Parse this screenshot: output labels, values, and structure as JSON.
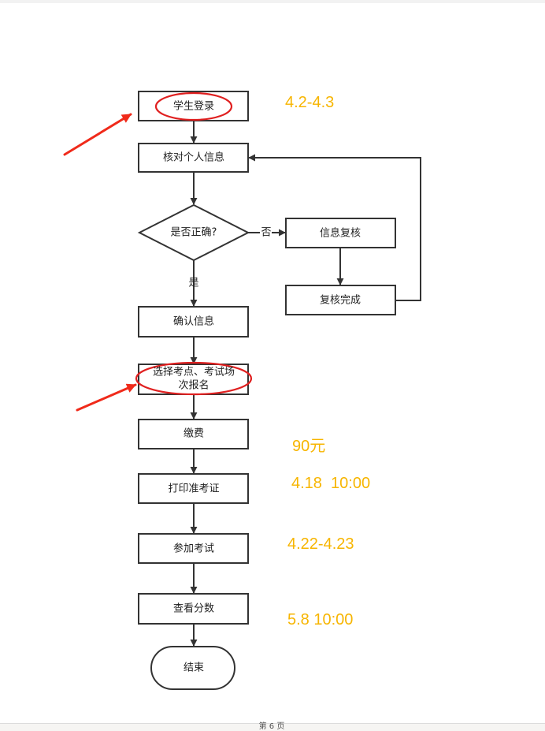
{
  "flowchart": {
    "nodes": {
      "login": "学生登录",
      "verify_info": "核对个人信息",
      "is_correct": "是否正确?",
      "info_review": "信息复核",
      "review_done": "复核完成",
      "confirm_info": "确认信息",
      "select_line1": "选择考点、考试场",
      "select_line2": "次报名",
      "pay": "缴费",
      "print_ticket": "打印准考证",
      "take_exam": "参加考试",
      "check_score": "查看分数",
      "end": "结束"
    },
    "edge_labels": {
      "yes": "是",
      "no": "否"
    }
  },
  "annotations": {
    "login_date": "4.2-4.3",
    "fee": "90元",
    "print_time": "4.18  10:00",
    "exam_date": "4.22-4.23",
    "score_time": "5.8 10:00"
  },
  "colors": {
    "annotation": "#f7b500",
    "highlight": "#e02020",
    "stroke": "#333333"
  },
  "footer": {
    "page": "第 6 页"
  }
}
